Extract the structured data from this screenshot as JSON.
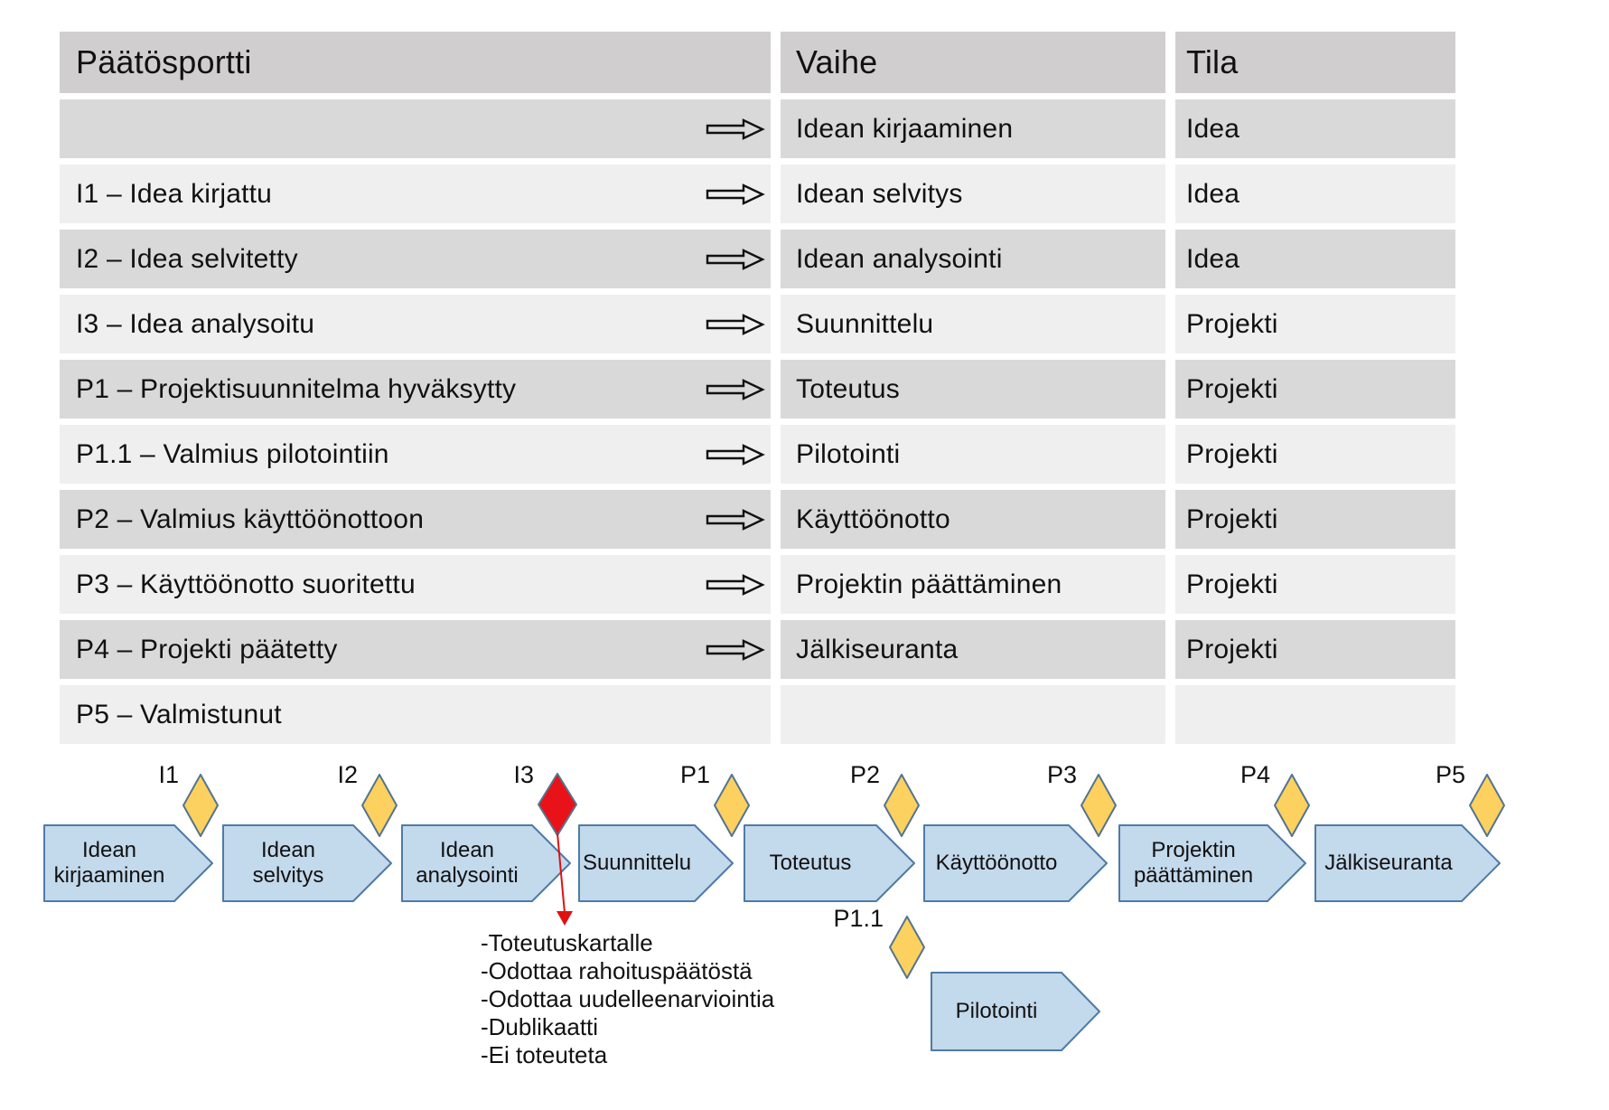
{
  "table": {
    "header": {
      "gate": "Päätösportti",
      "phase": "Vaihe",
      "state": "Tila"
    },
    "rows": [
      {
        "gate": "",
        "phase": "Idean kirjaaminen",
        "state": "Idea"
      },
      {
        "gate": "I1 – Idea kirjattu",
        "phase": "Idean selvitys",
        "state": "Idea"
      },
      {
        "gate": "I2 – Idea selvitetty",
        "phase": "Idean analysointi",
        "state": "Idea"
      },
      {
        "gate": "I3 – Idea analysoitu",
        "phase": "Suunnittelu",
        "state": "Projekti"
      },
      {
        "gate": "P1 – Projektisuunnitelma hyväksytty",
        "phase": "Toteutus",
        "state": "Projekti"
      },
      {
        "gate": "P1.1 – Valmius pilotointiin",
        "phase": "Pilotointi",
        "state": "Projekti"
      },
      {
        "gate": "P2 – Valmius käyttöönottoon",
        "phase": "Käyttöönotto",
        "state": "Projekti"
      },
      {
        "gate": "P3 – Käyttöönotto suoritettu",
        "phase": "Projektin päättäminen",
        "state": "Projekti"
      },
      {
        "gate": "P4 – Projekti päätetty",
        "phase": "Jälkiseuranta",
        "state": "Projekti"
      },
      {
        "gate": "P5 – Valmistunut",
        "phase": "",
        "state": ""
      }
    ]
  },
  "flow": {
    "chevrons": [
      {
        "label": "Idean\nkirjaaminen"
      },
      {
        "label": "Idean\nselvitys"
      },
      {
        "label": "Idean\nanalysointi"
      },
      {
        "label": "Suunnittelu"
      },
      {
        "label": "Toteutus"
      },
      {
        "label": "Käyttöönotto"
      },
      {
        "label": "Projektin\npäättäminen"
      },
      {
        "label": "Jälkiseuranta"
      }
    ],
    "gates": [
      {
        "label": "I1",
        "color": "yellow"
      },
      {
        "label": "I2",
        "color": "yellow"
      },
      {
        "label": "I3",
        "color": "red"
      },
      {
        "label": "P1",
        "color": "yellow"
      },
      {
        "label": "P2",
        "color": "yellow"
      },
      {
        "label": "P3",
        "color": "yellow"
      },
      {
        "label": "P4",
        "color": "yellow"
      },
      {
        "label": "P5",
        "color": "yellow"
      }
    ],
    "pilot_gate": {
      "label": "P1.1",
      "color": "yellow"
    },
    "pilot_chevron": {
      "label": "Pilotointi"
    },
    "annotation": {
      "lines": [
        "-Toteutuskartalle",
        "-Odottaa rahoituspäätöstä",
        "-Odottaa uudelleenarviointia",
        "-Dublikaatti",
        "-Ei toteuteta"
      ]
    }
  },
  "colors": {
    "header_bg": "#d0cece",
    "row_dark_bg": "#d9d9d9",
    "row_light_bg": "#efefef",
    "chevron_fill": "#c3d9ec",
    "chevron_stroke": "#4e7ba7",
    "gate_yellow": "#fcd15f",
    "gate_red": "#e91219",
    "gate_stroke": "#54748f",
    "annotation_arrow": "#e01010",
    "text": "#111111"
  }
}
